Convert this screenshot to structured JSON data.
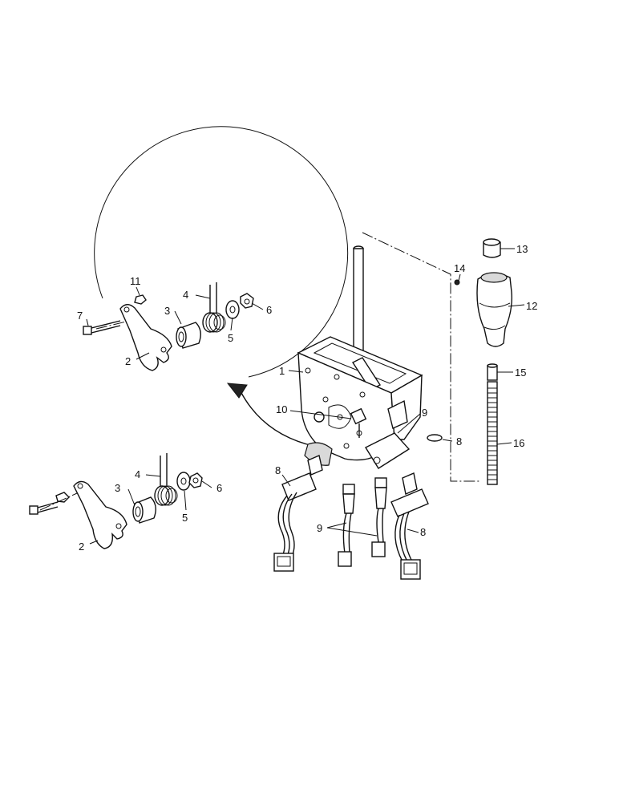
{
  "callouts": {
    "c1": "1",
    "c2a": "2",
    "c2b": "2",
    "c3a": "3",
    "c3b": "3",
    "c4a": "4",
    "c4b": "4",
    "c5a": "5",
    "c5b": "5",
    "c6a": "6",
    "c6b": "6",
    "c7": "7",
    "c8a": "8",
    "c8b": "8",
    "c8c": "8",
    "c9a": "9",
    "c9b": "9",
    "c10": "10",
    "c11": "11",
    "c12": "12",
    "c13": "13",
    "c14": "14",
    "c15": "15",
    "c16": "16"
  }
}
